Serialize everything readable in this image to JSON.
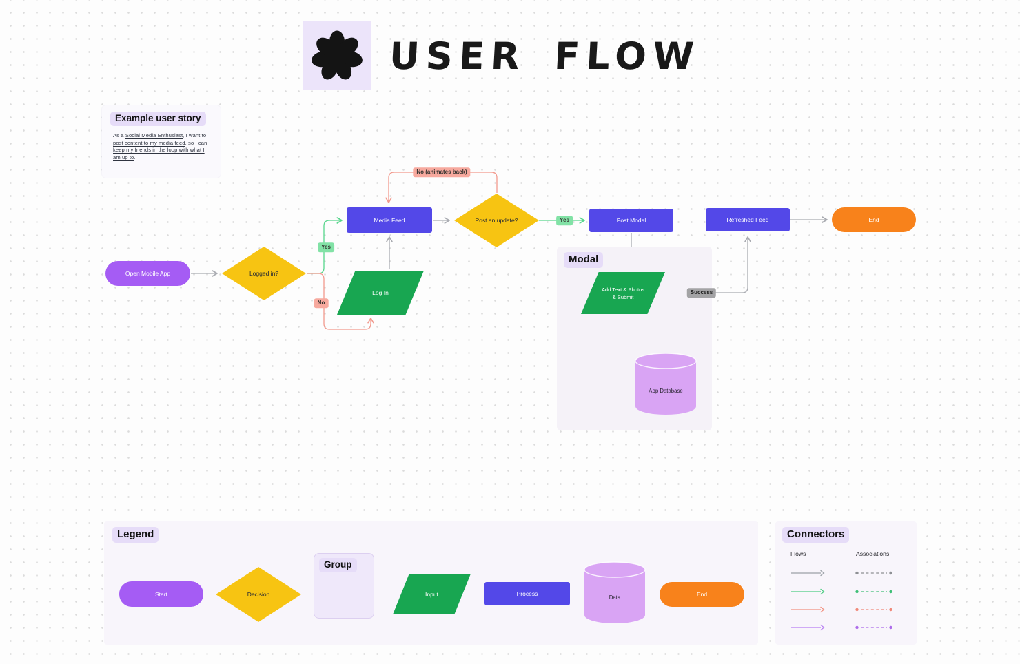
{
  "title": {
    "text": "USER FLOW",
    "icon": "flower-icon"
  },
  "user_story": {
    "heading": "Example user story",
    "segments": {
      "s1": "As a ",
      "s2": "Social Media Enthusiast",
      "s3": ", I want to ",
      "s4": "post content to my media feed",
      "s5": ", so I can ",
      "s6": "keep my friends in the loop with what I am up to",
      "s7": "."
    }
  },
  "flow": {
    "nodes": {
      "open_mobile_app": "Open Mobile App",
      "logged_in": "Logged in?",
      "media_feed": "Media Feed",
      "log_in": "Log In",
      "post_update": "Post an update?",
      "post_modal": "Post Modal",
      "refreshed_feed": "Refreshed Feed",
      "end": "End",
      "add_text_line1": "Add Text & Photos",
      "add_text_line2": "& Submit",
      "app_database": "App Database"
    },
    "edge_labels": {
      "yes_left": "Yes",
      "no_left": "No",
      "no_animates_back": "No (animates back)",
      "yes_right": "Yes",
      "success": "Success"
    },
    "group_label": "Modal"
  },
  "legend": {
    "heading": "Legend",
    "items": {
      "start": "Start",
      "decision": "Decision",
      "group": "Group",
      "input": "Input",
      "process": "Process",
      "data": "Data",
      "end": "End"
    }
  },
  "connectors": {
    "heading": "Connectors",
    "col_flows": "Flows",
    "col_associations": "Associations"
  },
  "colors": {
    "node_purple": "#A55CF4",
    "node_yellow": "#F7C412",
    "node_blue": "#5348E8",
    "node_green": "#18A651",
    "node_orange": "#F8821B",
    "node_lavender": "#D9A4F4",
    "flow_gray": "#A9ABB1",
    "flow_green": "#57D68C",
    "flow_red": "#F2998D",
    "flow_purple": "#D79AE6",
    "highlight": "#E6DCF8"
  }
}
